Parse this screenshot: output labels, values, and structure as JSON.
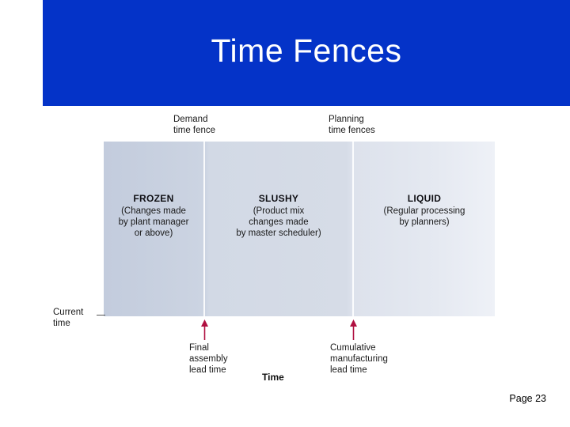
{
  "slide": {
    "title": "Time Fences",
    "banner_color": "#0433c8",
    "page_label": "Page 23"
  },
  "figure": {
    "top_callouts": [
      {
        "name": "demand-time-fence",
        "line1": "Demand",
        "line2": "time fence"
      },
      {
        "name": "planning-time-fences",
        "line1": "Planning",
        "line2": "time fences"
      }
    ],
    "axis_origin_label": {
      "line1": "Current",
      "line2": "time"
    },
    "axis_label": "Time",
    "bands": [
      {
        "key": "frozen",
        "title": "FROZEN",
        "desc_lines": [
          "(Changes made",
          "by plant manager",
          "or above)"
        ]
      },
      {
        "key": "slushy",
        "title": "SLUSHY",
        "desc_lines": [
          "(Product mix",
          "changes made",
          "by master scheduler)"
        ]
      },
      {
        "key": "liquid",
        "title": "LIQUID",
        "desc_lines": [
          "(Regular processing",
          "by planners)"
        ]
      }
    ],
    "bottom_callouts": [
      {
        "name": "final-assembly-lead-time",
        "lines": [
          "Final",
          "assembly",
          "lead time"
        ]
      },
      {
        "name": "cumulative-manufacturing-lead-time",
        "lines": [
          "Cumulative",
          "manufacturing",
          "lead time"
        ]
      }
    ],
    "arrow_color": "#b01040",
    "gradient_from": "#c3ccdd",
    "gradient_to": "#eef1f7"
  }
}
